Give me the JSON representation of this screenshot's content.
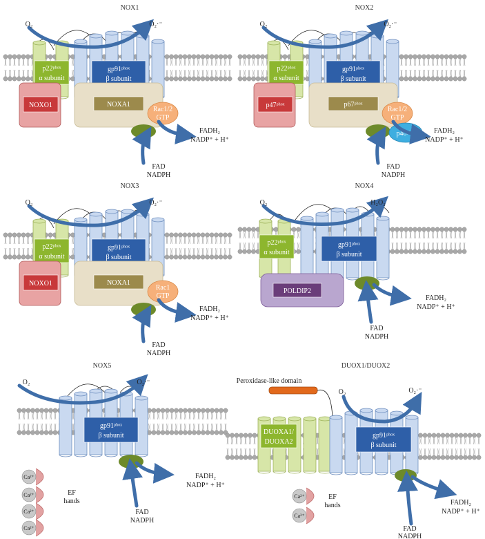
{
  "panels": [
    {
      "id": "nox1",
      "title": "NOX1",
      "o2": "O₂",
      "product": "O₂·⁻",
      "alpha": {
        "line1": "p22ᵖʰᵒˣ",
        "line2": "α subunit"
      },
      "beta": {
        "line1": "gp91ᵖʰᵒˣ",
        "line2": "β subunit"
      },
      "organizer": "NOXO1",
      "activator": "NOXA1",
      "rac": {
        "line1": "Rac1/2",
        "line2": "GTP"
      },
      "extra": "",
      "fadh2": "FADH₂",
      "nadp": "NADP⁺ + H⁺",
      "fad": "FAD",
      "nadph": "NADPH"
    },
    {
      "id": "nox2",
      "title": "NOX2",
      "o2": "O₂",
      "product": "O₂·⁻",
      "alpha": {
        "line1": "p22ᵖʰᵒˣ",
        "line2": "α subunit"
      },
      "beta": {
        "line1": "gp91ᵖʰᵒˣ",
        "line2": "β subunit"
      },
      "organizer": "p47ᵖʰᵒˣ",
      "activator": "p67ᵖʰᵒˣ",
      "rac": {
        "line1": "Rac1/2",
        "line2": "GTP"
      },
      "extra": "p40ᵖʰᵒˣ",
      "fadh2": "FADH₂",
      "nadp": "NADP⁺ + H⁺",
      "fad": "FAD",
      "nadph": "NADPH"
    },
    {
      "id": "nox3",
      "title": "NOX3",
      "o2": "O₂",
      "product": "O₂·⁻",
      "alpha": {
        "line1": "p22ᵖʰᵒˣ",
        "line2": "α subunit"
      },
      "beta": {
        "line1": "gp91ᵖʰᵒˣ",
        "line2": "β subunit"
      },
      "organizer": "NOXO1",
      "activator": "NOXA1",
      "rac": {
        "line1": "Rac1",
        "line2": "GTP"
      },
      "extra": "",
      "fadh2": "FADH₂",
      "nadp": "NADP⁺ + H⁺",
      "fad": "FAD",
      "nadph": "NADPH"
    },
    {
      "id": "nox4",
      "title": "NOX4",
      "o2": "O₂",
      "product": "H₂O₂",
      "alpha": {
        "line1": "p22ᵖʰᵒˣ",
        "line2": "α subunit"
      },
      "beta": {
        "line1": "gp91ᵖʰᵒˣ",
        "line2": "β subunit"
      },
      "organizer": "POLDIP2",
      "fadh2": "FADH₂",
      "nadp": "NADP⁺ + H⁺",
      "fad": "FAD",
      "nadph": "NADPH"
    },
    {
      "id": "nox5",
      "title": "NOX5",
      "o2": "O₂",
      "product": "O₂·⁻",
      "beta": {
        "line1": "gp91ᵖʰᵒˣ",
        "line2": "β subunit"
      },
      "calcium": "Ca²⁺",
      "ef": {
        "line1": "EF",
        "line2": "hands"
      },
      "fadh2": "FADH₂",
      "nadp": "NADP⁺ + H⁺",
      "fad": "FAD",
      "nadph": "NADPH"
    },
    {
      "id": "duox",
      "title": "DUOX1/DUOX2",
      "peroxidase": "Peroxidase-like domain",
      "o2": "O₂",
      "product": "O₂·⁻",
      "duoxa": {
        "line1": "DUOXA1/",
        "line2": "DUOXA2"
      },
      "beta": {
        "line1": "gp91ᵖʰᵒˣ",
        "line2": "β subunit"
      },
      "calcium": "Ca²⁺",
      "ef": {
        "line1": "EF",
        "line2": "hands"
      },
      "fadh2": "FADH₂",
      "nadp": "NADP⁺ + H⁺",
      "fad": "FAD",
      "nadph": "NADPH"
    }
  ],
  "colors": {
    "helix": "#c9d9f0",
    "helix_stroke": "#6f8fbf",
    "beta_box": "#2e5fa8",
    "alpha_helix": "#d7e6a8",
    "alpha_box": "#8db62e",
    "noxo1": "#c8393a",
    "noxo1_bg": "#e8a3a3",
    "activator_bg": "#e8dfc8",
    "activator_box": "#9c8a4c",
    "rac": "#f6b07a",
    "fad_ellipse": "#6d8a2a",
    "arrow": "#3f6ea9",
    "p40": "#3eaee0",
    "poldip_bg": "#b9a6cf",
    "poldip_box": "#6a3d7a",
    "lipid_head": "#a8a8a8",
    "ca_ball": "#c9c9c9",
    "ef_hand": "#e2a2a2",
    "peroxidase": "#e2691c",
    "duoxa_box": "#8db62e"
  }
}
